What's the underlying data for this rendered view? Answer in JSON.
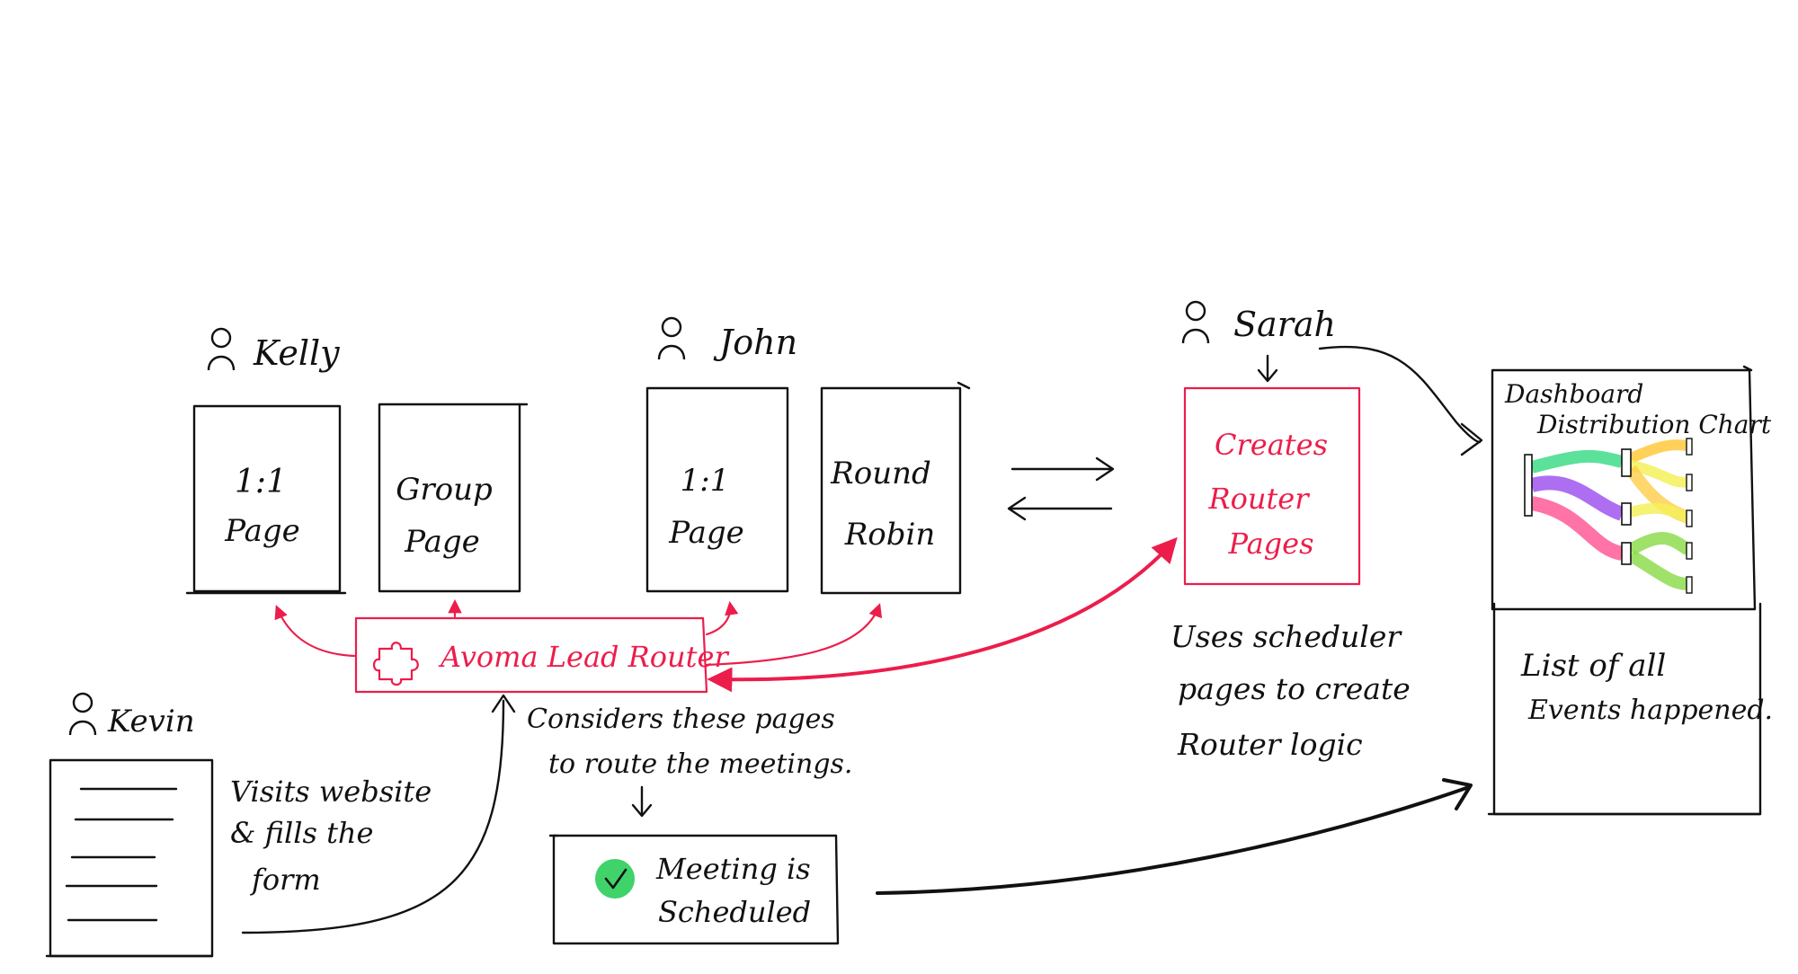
{
  "header": {
    "title": ""
  },
  "actors": {
    "kelly": "Kelly",
    "john": "John",
    "sarah": "Sarah",
    "kevin": "Kevin"
  },
  "pages": {
    "kelly_one_on_one": [
      "1:1",
      "Page"
    ],
    "kelly_group": [
      "Group",
      "Page"
    ],
    "john_one_on_one": [
      "1:1",
      "Page"
    ],
    "john_round_robin": [
      "Round",
      "Robin"
    ]
  },
  "sarah_box": [
    "Creates",
    "Router",
    "Pages"
  ],
  "sarah_note": [
    "Uses scheduler",
    "pages to create",
    "Router logic"
  ],
  "router": {
    "label": "Avoma Lead Router"
  },
  "router_note": [
    "Considers these pages",
    "to route the meetings."
  ],
  "meeting": {
    "line1": "Meeting is",
    "line2": "Scheduled"
  },
  "kevin_note": [
    "Visits website",
    "& fills the",
    "form"
  ],
  "dashboard": {
    "title1": "Dashboard",
    "title2": "Distribution Chart"
  },
  "events": [
    "List of all",
    "Events happened."
  ],
  "colors": {
    "ink": "#111111",
    "accent": "#ec1d4b",
    "check": "#3fd36a",
    "sankey": [
      "#3fdc8a",
      "#a055f0",
      "#ff5a97",
      "#ffc93c",
      "#f4f05a",
      "#8fdc4f"
    ]
  }
}
